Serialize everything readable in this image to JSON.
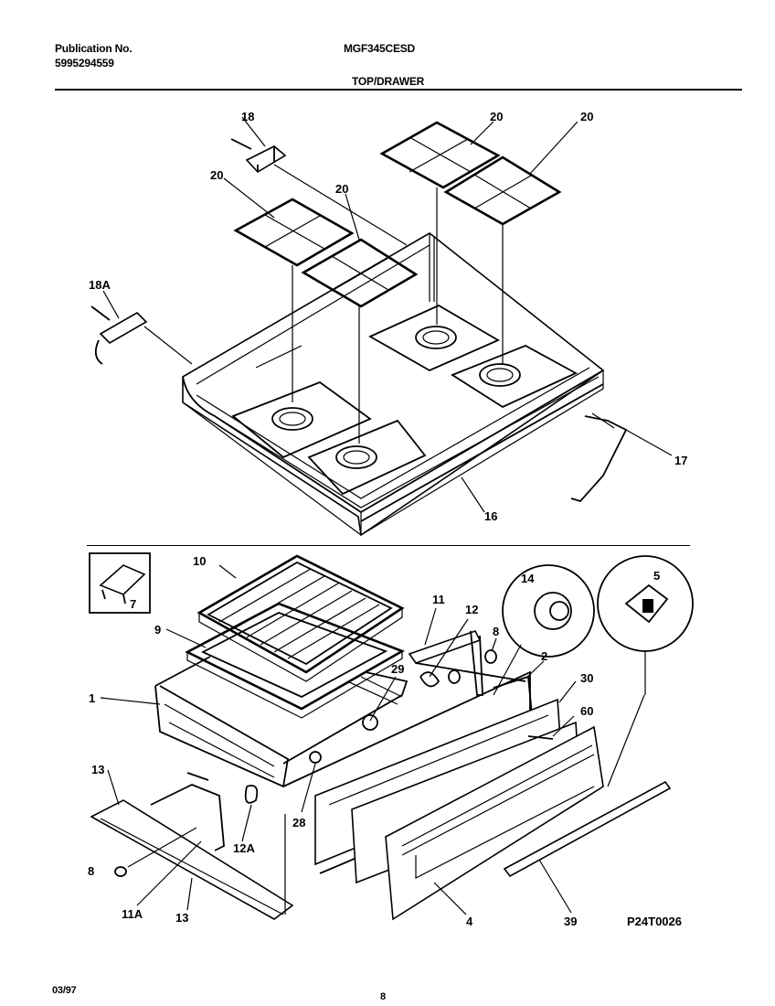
{
  "header": {
    "publication_label": "Publication No.",
    "publication_number": "5995294559",
    "model": "MGF345CESD",
    "section_title": "TOP/DRAWER"
  },
  "footer": {
    "date": "03/97",
    "page": "8"
  },
  "diagram": {
    "drawing_code": "P24T0026",
    "callouts": [
      "18",
      "20",
      "20",
      "20",
      "20",
      "18A",
      "17",
      "16",
      "10",
      "11",
      "12",
      "8",
      "14",
      "5",
      "9",
      "29",
      "1",
      "2",
      "30",
      "60",
      "13",
      "28",
      "12A",
      "8",
      "11A",
      "13",
      "4",
      "39",
      "7"
    ]
  }
}
